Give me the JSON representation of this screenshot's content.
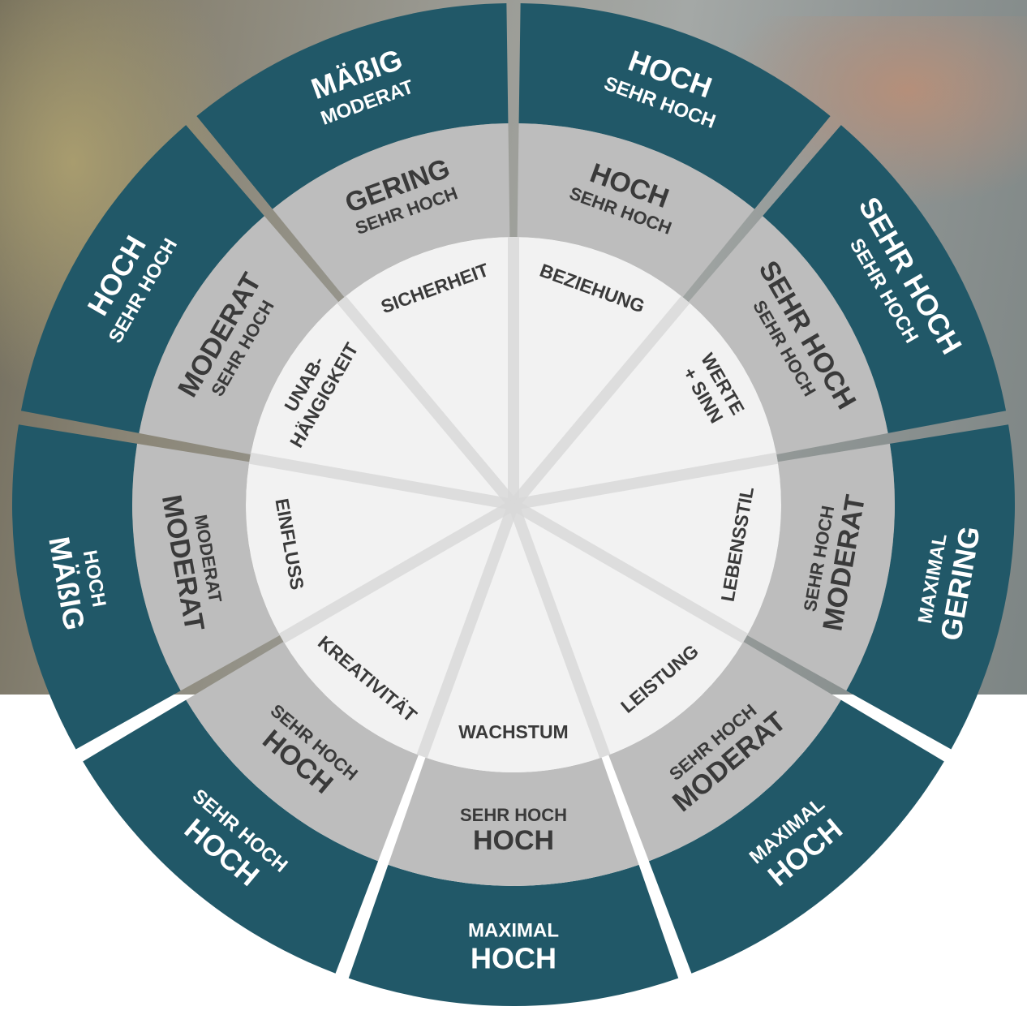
{
  "categories": [
    {
      "name": [
        "BEZIEHUNG"
      ],
      "middle": {
        "main": "HOCH",
        "sub": "SEHR HOCH"
      },
      "outer": {
        "main": "HOCH",
        "sub": "SEHR HOCH"
      }
    },
    {
      "name": [
        "WERTE",
        "+ SINN"
      ],
      "middle": {
        "main": "SEHR HOCH",
        "sub": "SEHR HOCH"
      },
      "outer": {
        "main": "SEHR HOCH",
        "sub": "SEHR HOCH"
      }
    },
    {
      "name": [
        "LEBENSSTIL"
      ],
      "middle": {
        "main": "MODERAT",
        "sub": "SEHR HOCH"
      },
      "outer": {
        "main": "GERING",
        "sub": "MAXIMAL"
      }
    },
    {
      "name": [
        "LEISTUNG"
      ],
      "middle": {
        "main": "MODERAT",
        "sub": "SEHR HOCH"
      },
      "outer": {
        "main": "HOCH",
        "sub": "MAXIMAL"
      }
    },
    {
      "name": [
        "WACHSTUM"
      ],
      "middle": {
        "main": "HOCH",
        "sub": "SEHR HOCH"
      },
      "outer": {
        "main": "HOCH",
        "sub": "MAXIMAL"
      }
    },
    {
      "name": [
        "KREATIVITÄT"
      ],
      "middle": {
        "main": "HOCH",
        "sub": "SEHR HOCH"
      },
      "outer": {
        "main": "HOCH",
        "sub": "SEHR HOCH"
      }
    },
    {
      "name": [
        "EINFLUSS"
      ],
      "middle": {
        "main": "MODERAT",
        "sub": "MODERAT"
      },
      "outer": {
        "main": "MÄßIG",
        "sub": "HOCH"
      }
    },
    {
      "name": [
        "UNAB-",
        "HÄNGIGKEIT"
      ],
      "middle": {
        "main": "MODERAT",
        "sub": "SEHR HOCH"
      },
      "outer": {
        "main": "HOCH",
        "sub": "SEHR HOCH"
      }
    },
    {
      "name": [
        "SICHERHEIT"
      ],
      "middle": {
        "main": "GERING",
        "sub": "SEHR HOCH"
      },
      "outer": {
        "main": "MÄßIG",
        "sub": "MODERAT"
      }
    }
  ],
  "colors": {
    "outer": "#215868",
    "middle": "#bdbdbd",
    "inner": "#f2f2f2",
    "text_dark": "#3a3a3a",
    "text_light": "#ffffff"
  }
}
